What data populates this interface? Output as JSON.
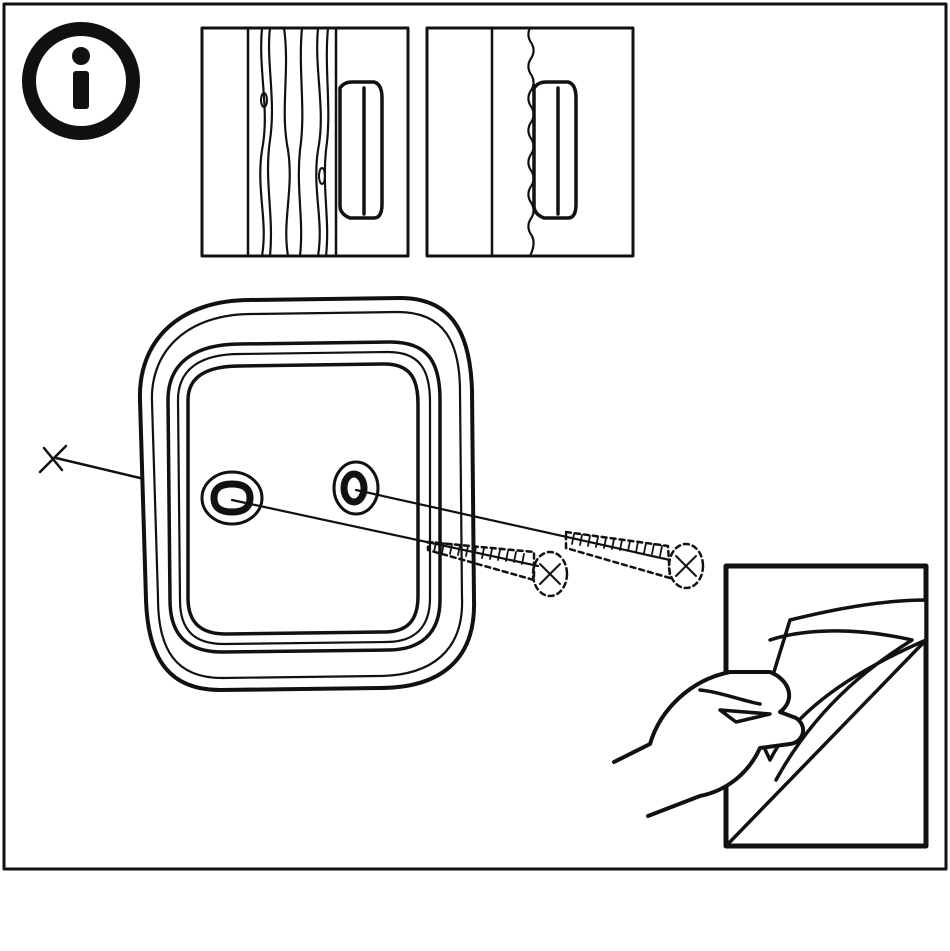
{
  "diagram": {
    "info_badge": {
      "symbol": "i",
      "icon": "info-icon"
    },
    "ink_color": "#111111",
    "paper_color": "#ffffff",
    "panels": [
      {
        "name": "wood-wall-example",
        "material": "wood"
      },
      {
        "name": "plaster-wall-example",
        "material": "plaster"
      }
    ],
    "screw_count": 2,
    "hole_count": 2
  }
}
